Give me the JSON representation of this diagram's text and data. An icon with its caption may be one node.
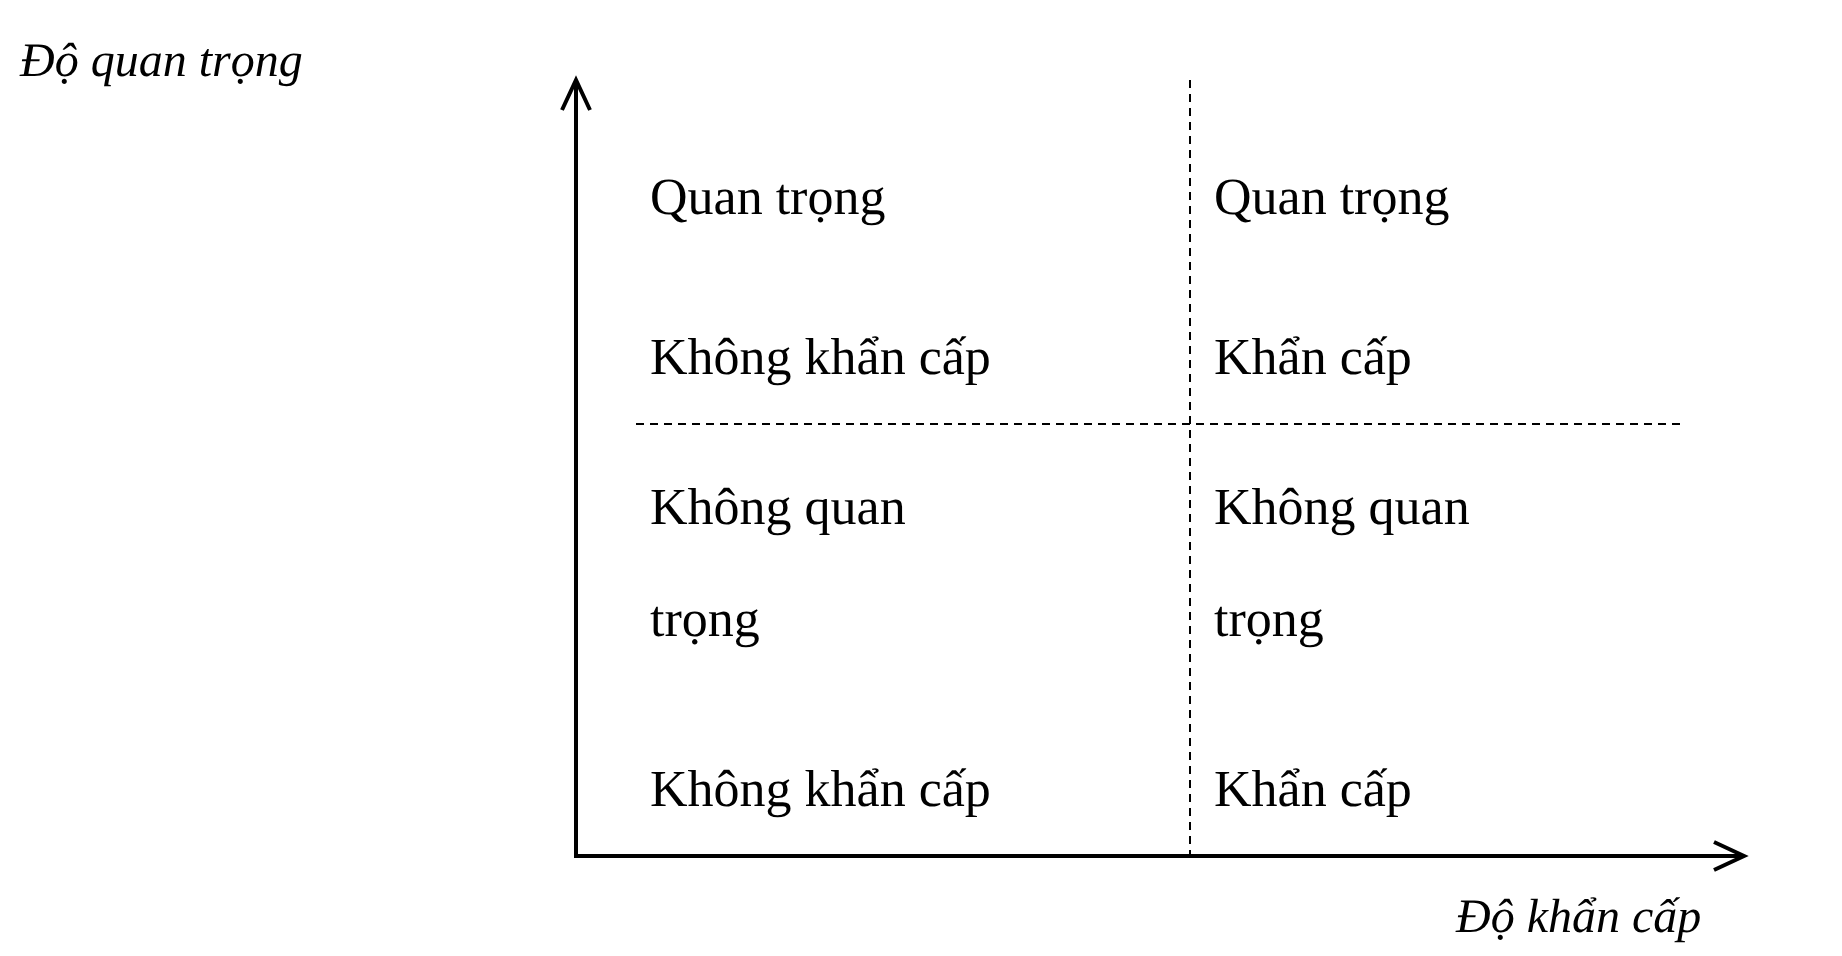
{
  "diagram": {
    "labels": [
      "Độ quan trọng",
      "Quan trọng",
      "Quan trọng",
      "Không khẩn cấp",
      "Khẩn cấp",
      "Không quan trọng",
      "Không quan trọng",
      "Không khẩn cấp",
      "Khẩn cấp",
      "Độ khẩn cấp"
    ]
  }
}
